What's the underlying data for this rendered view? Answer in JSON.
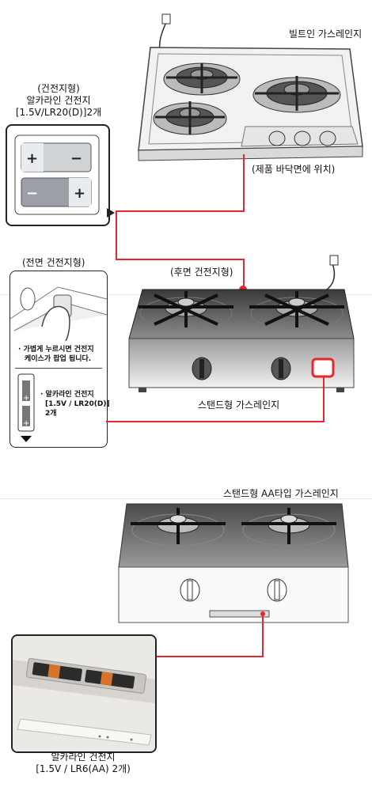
{
  "builtin": {
    "title": "빌트인 가스레인지",
    "battery_note": [
      "(건전지형)",
      "알카라인 건전지",
      "[1.5V/LR20(D)]2개"
    ],
    "location_note": "(제품 바닥면에 위치)"
  },
  "stand": {
    "rear_note": "(후면 건전지형)",
    "front_note": "(전면 건전지형)",
    "press_instruction": [
      "· 가볍게 누르시면 건전지",
      "케이스가 팝업 됩니다."
    ],
    "battery_spec": [
      "· 알카라인 건전지",
      "[1.5V / LR20(D)]",
      "2개"
    ],
    "title": "스탠드형 가스레인지"
  },
  "stand_aa": {
    "title": "스탠드형 AA타입 가스레인지",
    "battery_spec": [
      "알카라인 건전지",
      "[1.5V / LR6(AA) 2개)"
    ]
  },
  "colors": {
    "connector": "#e8262d",
    "outline": "#222222"
  }
}
